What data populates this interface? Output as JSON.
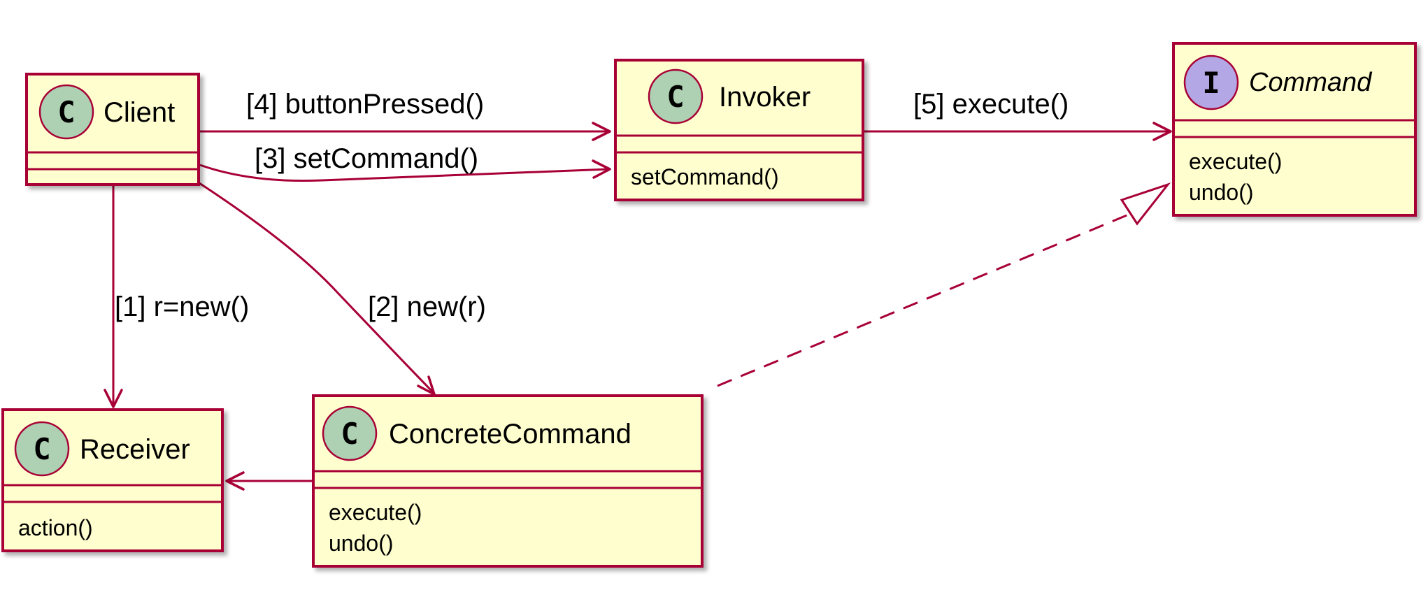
{
  "diagram": {
    "classes": {
      "client": {
        "stereotype": "C",
        "name": "Client",
        "members": []
      },
      "invoker": {
        "stereotype": "C",
        "name": "Invoker",
        "members": [
          "setCommand()"
        ]
      },
      "command": {
        "stereotype": "I",
        "name": "Command",
        "members": [
          "execute()",
          "undo()"
        ]
      },
      "receiver": {
        "stereotype": "C",
        "name": "Receiver",
        "members": [
          "action()"
        ]
      },
      "concrete_command": {
        "stereotype": "C",
        "name": "ConcreteCommand",
        "members": [
          "execute()",
          "undo()"
        ]
      }
    },
    "relations": {
      "r1": "[1] r=new()",
      "r2": "[2] new(r)",
      "r3": "[3] setCommand()",
      "r4": "[4] buttonPressed()",
      "r5": "[5] execute()"
    },
    "colors": {
      "class_fill": "#fefece",
      "border": "#a80036",
      "class_stereotype": "#add1b2",
      "interface_stereotype": "#b4a7e5"
    }
  }
}
